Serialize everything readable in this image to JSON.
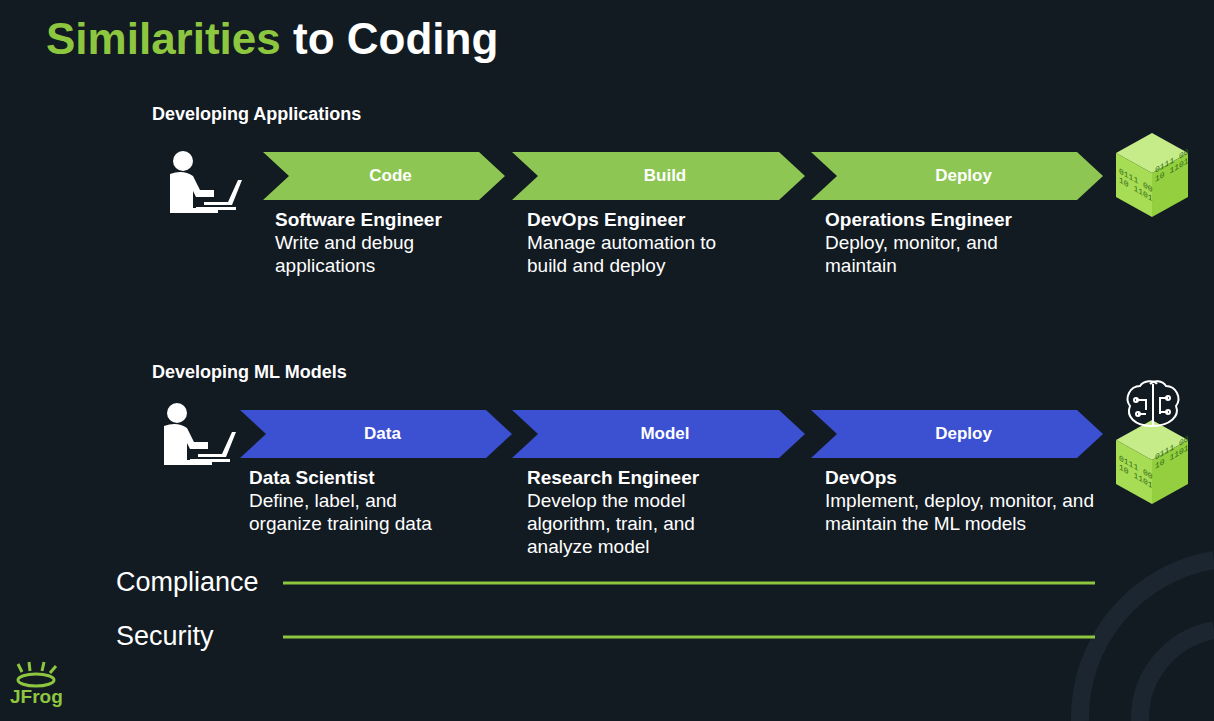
{
  "diagram": {
    "title": "Similarities to Coding",
    "nodes": [
      {
        "text": [
          "Code",
          "Software Engineer",
          "Write and debug applications"
        ]
      },
      {
        "text": [
          "Build",
          "DevOps Engineer",
          "Manage automation to build and deploy"
        ]
      },
      {
        "text": [
          "Deploy",
          "Operations Engineer",
          "Deploy, monitor, and maintain"
        ]
      },
      {
        "text": [
          "Data",
          "Data Scientist",
          "Define, label, and organize training data"
        ]
      },
      {
        "text": [
          "Model",
          "Research Engineer",
          "Develop the model algorithm, train, and analyze model"
        ]
      },
      {
        "text": [
          "Deploy",
          "DevOps",
          "Implement, deploy, monitor, and maintain the ML models"
        ]
      }
    ],
    "labels": [
      "Developing Applications",
      "Developing ML Models",
      "Compliance",
      "Security",
      "0111 0010 1101",
      "0111 0010 1101",
      "0111 0010 1101",
      "0111 0010 1101",
      "JFrog"
    ]
  }
}
